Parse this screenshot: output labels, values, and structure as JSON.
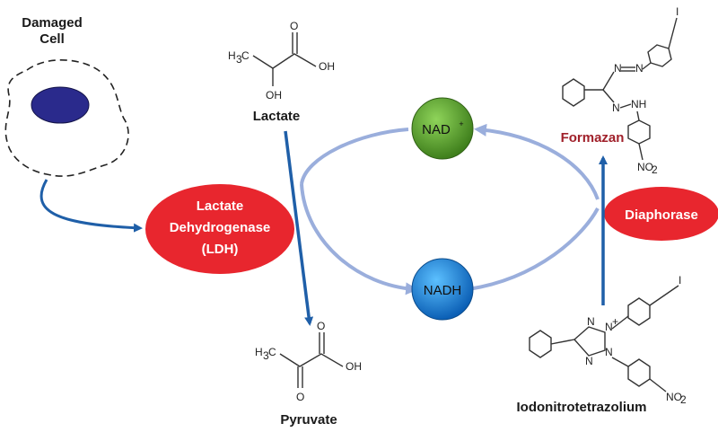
{
  "labels": {
    "damaged_cell_line1": "Damaged",
    "damaged_cell_line2": "Cell",
    "lactate": "Lactate",
    "pyruvate": "Pyruvate",
    "ldh_line1": "Lactate",
    "ldh_line2": "Dehydrogenase",
    "ldh_line3": "(LDH)",
    "nad_plus": "NAD",
    "nad_plus_sup": "+",
    "nadh": "NADH",
    "diaphorase": "Diaphorase",
    "formazan": "Formazan",
    "iodonitrotetrazolium": "Iodonitrotetrazolium"
  },
  "chem": {
    "ch3": "H",
    "ch3_sub": "3",
    "ch3_c": "C",
    "oh": "OH",
    "o": "O",
    "i": "I",
    "n": "N",
    "nh": "NH",
    "n_plus": "N",
    "plus": "+",
    "no2": "NO",
    "no2_sub": "2"
  },
  "colors": {
    "ldh": "#e8262e",
    "diaphorase": "#e8262e",
    "nad_plus": "#5aa02c",
    "nadh": "#1a8fe0",
    "cell_nucleus": "#2a2a8c",
    "cycle": "#9aaedc",
    "arrow": "#1f5fa8",
    "formazan_text": "#a0202a"
  }
}
